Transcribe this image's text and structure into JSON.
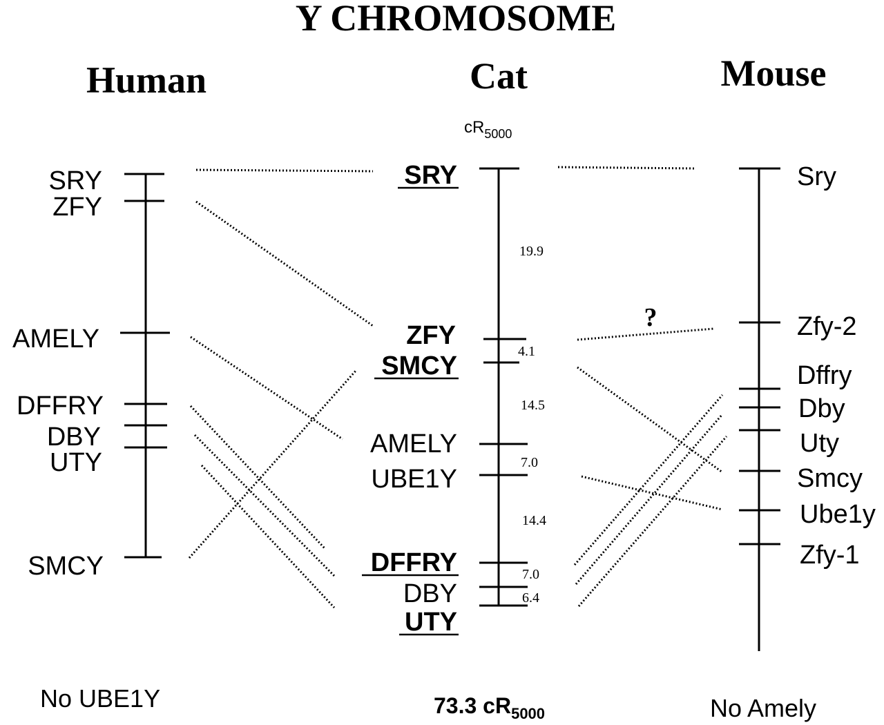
{
  "title": "Y CHROMOSOME",
  "columns": {
    "human": "Human",
    "cat": "Cat",
    "mouse": "Mouse"
  },
  "cat_unit": {
    "base": "cR",
    "sub": "5000"
  },
  "human_genes": [
    "SRY",
    "ZFY",
    "AMELY",
    "DFFRY",
    "DBY",
    "UTY",
    "SMCY"
  ],
  "cat_genes": [
    {
      "label": "SRY",
      "bold": true,
      "underline": true
    },
    {
      "label": "ZFY",
      "bold": true,
      "underline": false
    },
    {
      "label": "SMCY",
      "bold": true,
      "underline": true
    },
    {
      "label": "AMELY",
      "bold": false,
      "underline": false
    },
    {
      "label": "UBE1Y",
      "bold": false,
      "underline": false
    },
    {
      "label": "DFFRY",
      "bold": true,
      "underline": true
    },
    {
      "label": "DBY",
      "bold": false,
      "underline": false
    },
    {
      "label": "UTY",
      "bold": true,
      "underline": true
    }
  ],
  "cat_distances": [
    "19.9",
    "4.1",
    "14.5",
    "7.0",
    "14.4",
    "7.0",
    "6.4"
  ],
  "mouse_genes": [
    "Sry",
    "Zfy-2",
    "Dffry",
    "Dby",
    "Uty",
    "Smcy",
    "Ube1y",
    "Zfy-1"
  ],
  "question_mark": "?",
  "footer": {
    "human": "No UBE1Y",
    "cat_total": "73.3 cR",
    "cat_total_sub": "5000",
    "mouse": "No Amely"
  }
}
